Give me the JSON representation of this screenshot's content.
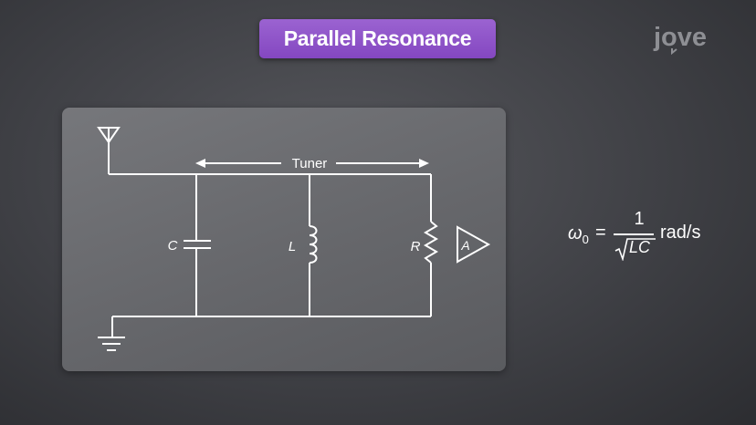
{
  "header": {
    "title": "Parallel Resonance"
  },
  "brand": {
    "logo_text": "jove"
  },
  "circuit": {
    "tuner_label": "Tuner",
    "capacitor_label": "C",
    "inductor_label": "L",
    "resistor_label": "R",
    "amplifier_label": "A"
  },
  "formula": {
    "lhs_symbol": "ω",
    "lhs_subscript": "0",
    "equals": "=",
    "numerator": "1",
    "denominator": "LC",
    "unit": "rad/s"
  }
}
